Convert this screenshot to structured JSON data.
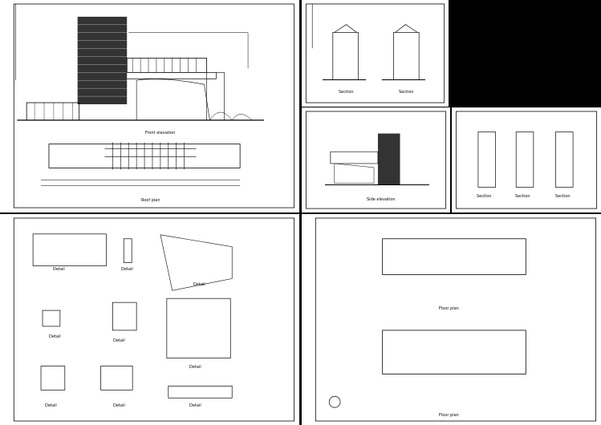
{
  "sheets": [
    {
      "id": "elevation-plan",
      "labels": {
        "elevation": "Front elevation",
        "plan": "Roof plan"
      }
    },
    {
      "id": "sections-a",
      "labels": {
        "a": "Section",
        "b": "Section"
      }
    },
    {
      "id": "side-elevation",
      "labels": {
        "main": "Side elevation"
      }
    },
    {
      "id": "sections-b",
      "labels": {
        "a": "Section",
        "b": "Section",
        "c": "Section"
      }
    },
    {
      "id": "details",
      "labels": {
        "d1": "Detail",
        "d2": "Detail",
        "d3": "Detail",
        "d4": "Detail",
        "d5": "Detail",
        "d6": "Detail",
        "d7": "Detail",
        "d8": "Detail",
        "d9": "Detail"
      }
    },
    {
      "id": "floor-plans",
      "labels": {
        "top": "Floor plan",
        "bottom": "Floor plan"
      }
    }
  ],
  "colors": {
    "background": "#000000",
    "paper": "#ffffff",
    "ink": "#000000"
  }
}
